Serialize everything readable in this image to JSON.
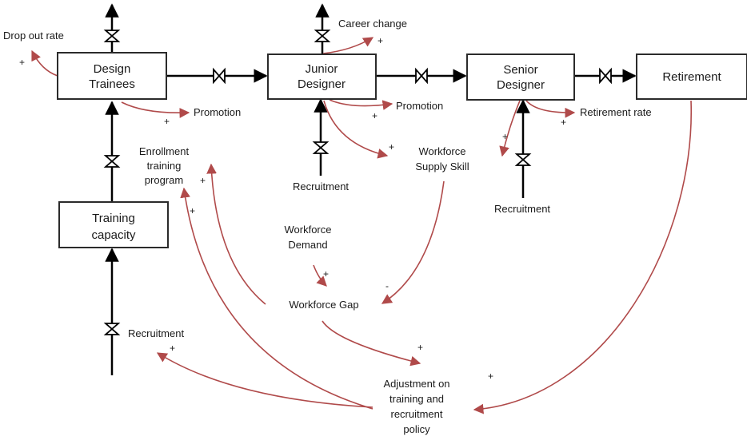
{
  "stocks": {
    "design_trainees": [
      "Design",
      "Trainees"
    ],
    "junior_designer": [
      "Junior",
      "Designer"
    ],
    "senior_designer": [
      "Senior",
      "Designer"
    ],
    "retirement": "Retirement",
    "training_capacity": [
      "Training",
      "capacity"
    ]
  },
  "labels": {
    "drop_out_rate": "Drop out rate",
    "career_change": "Career change",
    "promotion_1": "Promotion",
    "promotion_2": "Promotion",
    "retirement_rate": "Retirement rate",
    "enrollment": [
      "Enrollment",
      "training",
      "program"
    ],
    "workforce_supply": [
      "Workforce",
      "Supply Skill"
    ],
    "recruitment_junior": "Recruitment",
    "recruitment_senior": "Recruitment",
    "recruitment_training": "Recruitment",
    "workforce_demand": [
      "Workforce",
      "Demand"
    ],
    "workforce_gap": "Workforce Gap",
    "adjustment": [
      "Adjustment on",
      "training and",
      "recruitment",
      "policy"
    ]
  },
  "signs": {
    "plus": "+",
    "minus": "-"
  },
  "colors": {
    "flow": "#000000",
    "causal_link": "#b04a4a",
    "stock_border": "#2b2b2b"
  }
}
